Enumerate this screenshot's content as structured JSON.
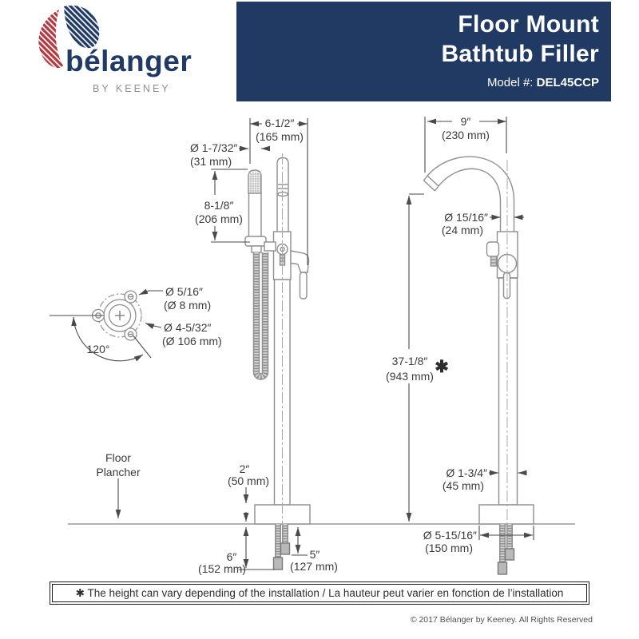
{
  "brand": {
    "name": "bélanger",
    "tagline": "BY KEENEY"
  },
  "header": {
    "title_line1": "Floor Mount",
    "title_line2": "Bathtub Filler",
    "model_label": "Model #: ",
    "model_number": "DEL45CCP"
  },
  "colors": {
    "navy": "#203a63",
    "red": "#b13a42",
    "drawing_line": "#8f8f8f",
    "dim_line": "#4a4a4a"
  },
  "dims": {
    "spout_spread": {
      "in": "6-1/2″",
      "mm": "(165 mm)"
    },
    "handshower_diameter": {
      "in": "Ø 1-7/32″",
      "mm": "(31 mm)"
    },
    "handshower_length": {
      "in": "8-1/8″",
      "mm": "(206 mm)"
    },
    "mounting_hole": {
      "in": "Ø 5/16″",
      "mm": "(Ø 8 mm)"
    },
    "flange_diameter": {
      "in": "Ø 4-5/32″",
      "mm": "(Ø 106 mm)"
    },
    "mounting_angle": "120°",
    "spout_reach": {
      "in": "9″",
      "mm": "(230 mm)"
    },
    "spout_tube_diameter": {
      "in": "Ø 15/16″",
      "mm": "(24 mm)"
    },
    "overall_height": {
      "in": "37-1/8″",
      "mm": "(943 mm)",
      "marker": "✱"
    },
    "base_height": {
      "in": "2″",
      "mm": "(50 mm)"
    },
    "column_diameter": {
      "in": "Ø 1-3/4″",
      "mm": "(45 mm)"
    },
    "base_diameter": {
      "in": "Ø 5-15/16″",
      "mm": "(150 mm)"
    },
    "supply_hose_long": {
      "in": "6″",
      "mm": "(152 mm)"
    },
    "supply_hose_short": {
      "in": "5″",
      "mm": "(127 mm)"
    }
  },
  "labels": {
    "floor_line1": "Floor",
    "floor_line2": "Plancher"
  },
  "footnote": "✱ The height can vary depending of the installation / La hauteur peut varier en fonction de l’installation",
  "copyright": "© 2017 Bélanger by Keeney. All Rights Reserved"
}
